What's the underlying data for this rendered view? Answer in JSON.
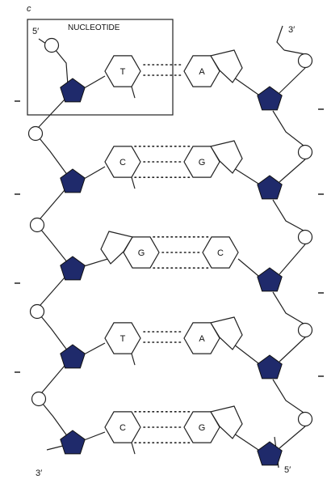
{
  "figure_label": "c",
  "nucleotide_label": "NUCLEOTIDE",
  "strand_ends": {
    "left_top": "5′",
    "right_top": "3′",
    "left_bottom": "3′",
    "right_bottom": "5′"
  },
  "base_pairs": [
    {
      "left": "T",
      "right": "A",
      "bonds": 2
    },
    {
      "left": "C",
      "right": "G",
      "bonds": 3
    },
    {
      "left": "G",
      "right": "C",
      "bonds": 3
    },
    {
      "left": "T",
      "right": "A",
      "bonds": 2
    },
    {
      "left": "C",
      "right": "G",
      "bonds": 3
    }
  ],
  "colors": {
    "sugar": "#1f2a6b",
    "line": "#222222",
    "phosphate_fill": "#ffffff"
  }
}
